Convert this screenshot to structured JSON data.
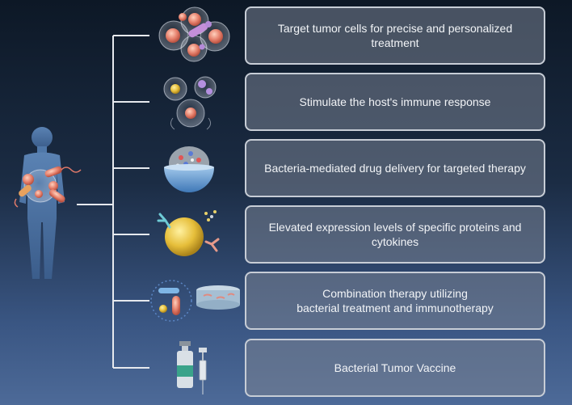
{
  "items": [
    {
      "label": "Target tumor cells for precise and personalized\ntreatment",
      "icon": "tumor-cell-cluster-icon"
    },
    {
      "label": "Stimulate the host's immune response",
      "icon": "immune-cells-icon"
    },
    {
      "label": "Bacteria-mediated drug delivery for targeted therapy",
      "icon": "drug-carrier-bowl-icon"
    },
    {
      "label": "Elevated expression levels of specific proteins and\ncytokines",
      "icon": "cell-with-antibodies-icon"
    },
    {
      "label": "Combination therapy utilizing\nbacterial treatment and immunotherapy",
      "icon": "bacteria-and-petri-dish-icon"
    },
    {
      "label": "Bacterial Tumor Vaccine",
      "icon": "vaccine-vial-syringe-icon"
    }
  ],
  "colors": {
    "connector": "#e6e9ee",
    "box_border": "#c7cdd6",
    "body": "#4a6e9c",
    "tumor": "#e07a6a",
    "bacteria": "#d9826a"
  }
}
